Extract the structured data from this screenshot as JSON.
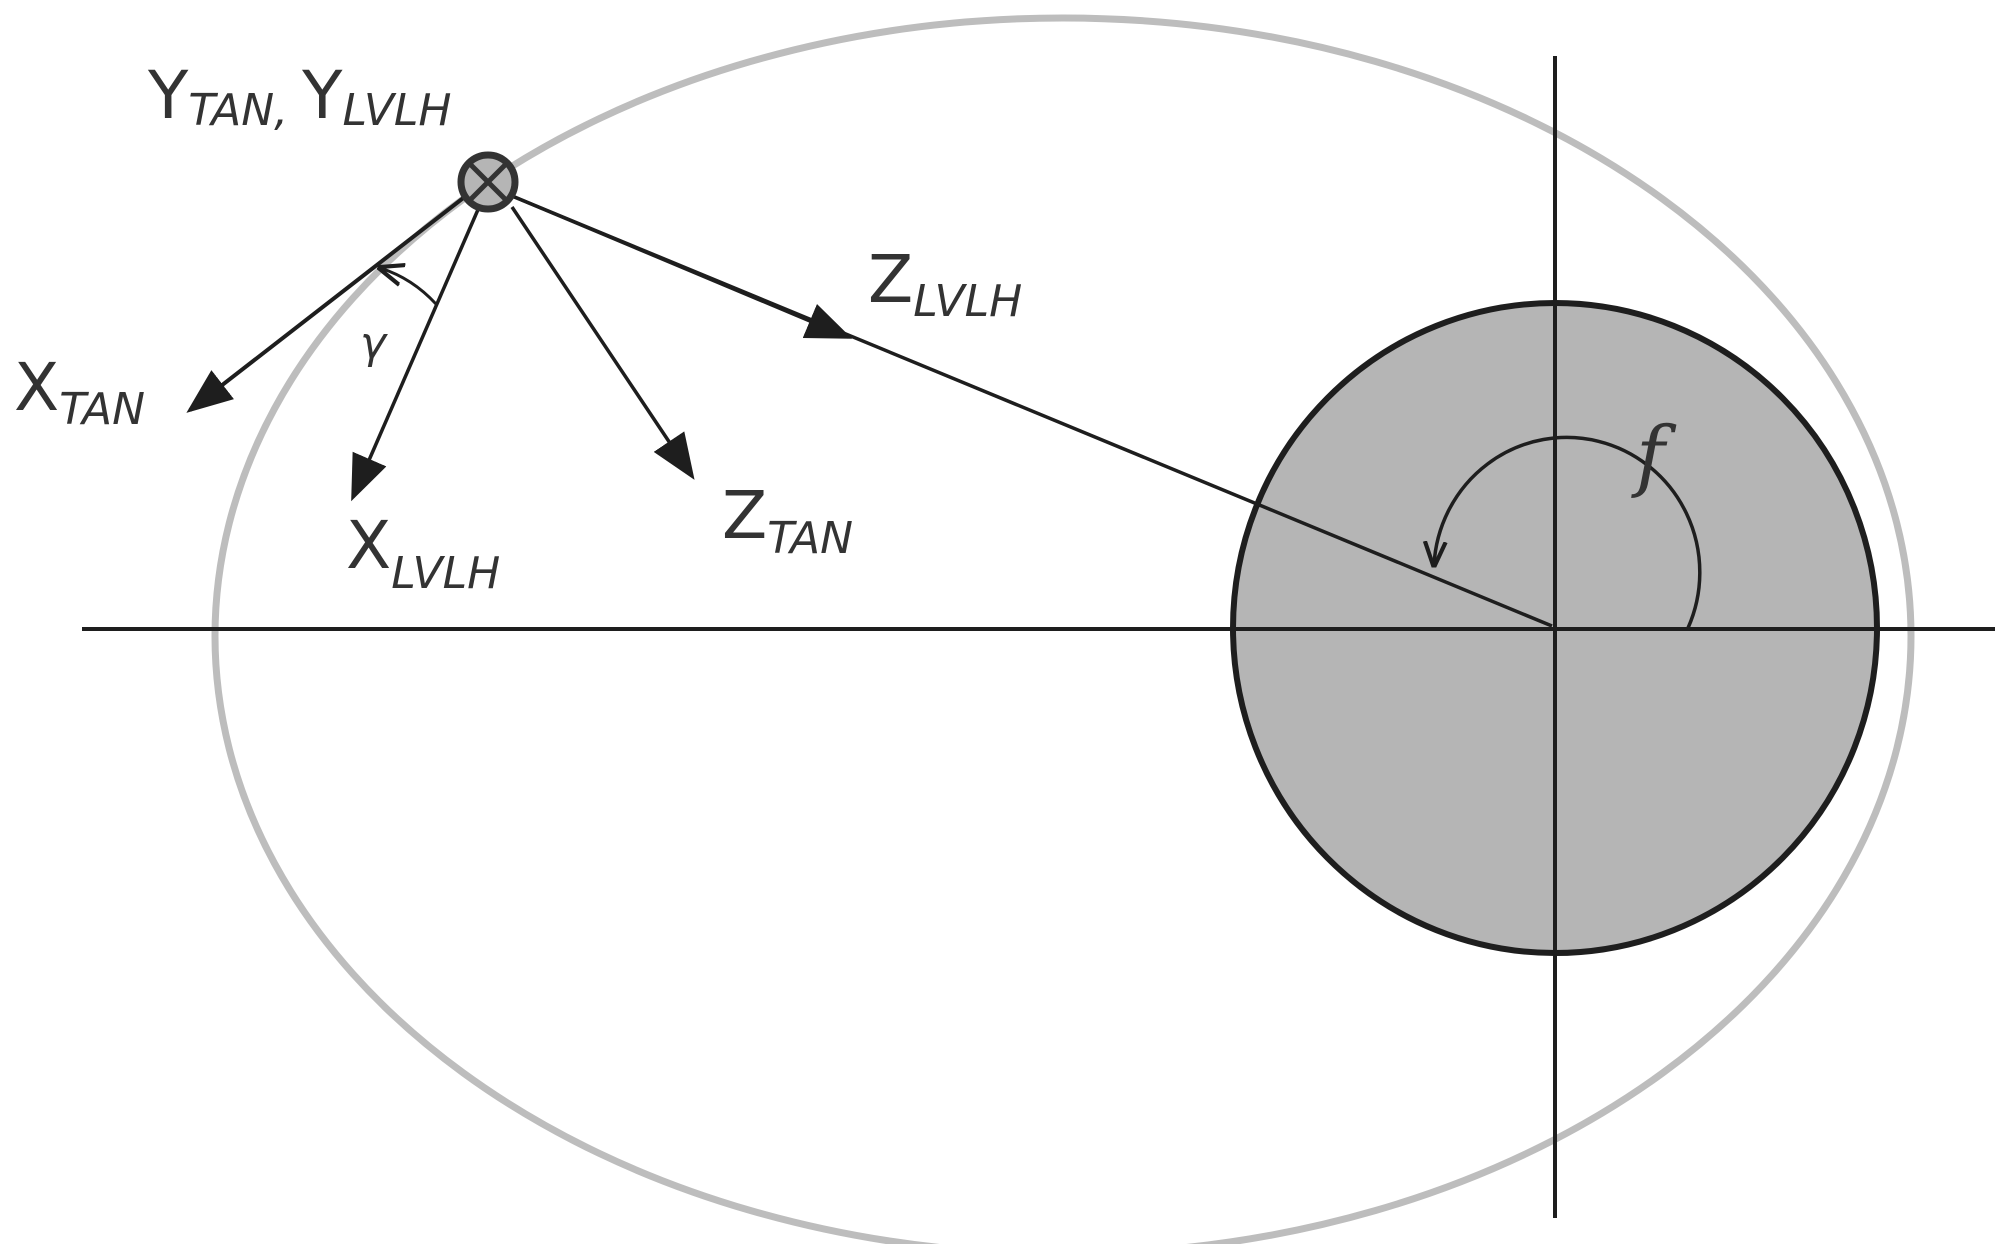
{
  "colors": {
    "orbit": "#bdbdbd",
    "earth_fill": "#b5b5b5",
    "earth_stroke": "#1e1e1e",
    "line": "#1e1e1e",
    "text": "#333333"
  },
  "labels": {
    "y_axes": {
      "main1": "Y",
      "sub1": "TAN,",
      "main2": "Y",
      "sub2": "LVLH"
    },
    "x_tan": {
      "main": "X",
      "sub": "TAN"
    },
    "x_lvlh": {
      "main": "X",
      "sub": "LVLH"
    },
    "z_tan": {
      "main": "Z",
      "sub": "TAN"
    },
    "z_lvlh": {
      "main": "Z",
      "sub": "LVLH"
    },
    "true_anomaly": "f",
    "flight_path_angle": "γ"
  },
  "icons": {
    "spacecraft": "circle-cross-icon"
  }
}
